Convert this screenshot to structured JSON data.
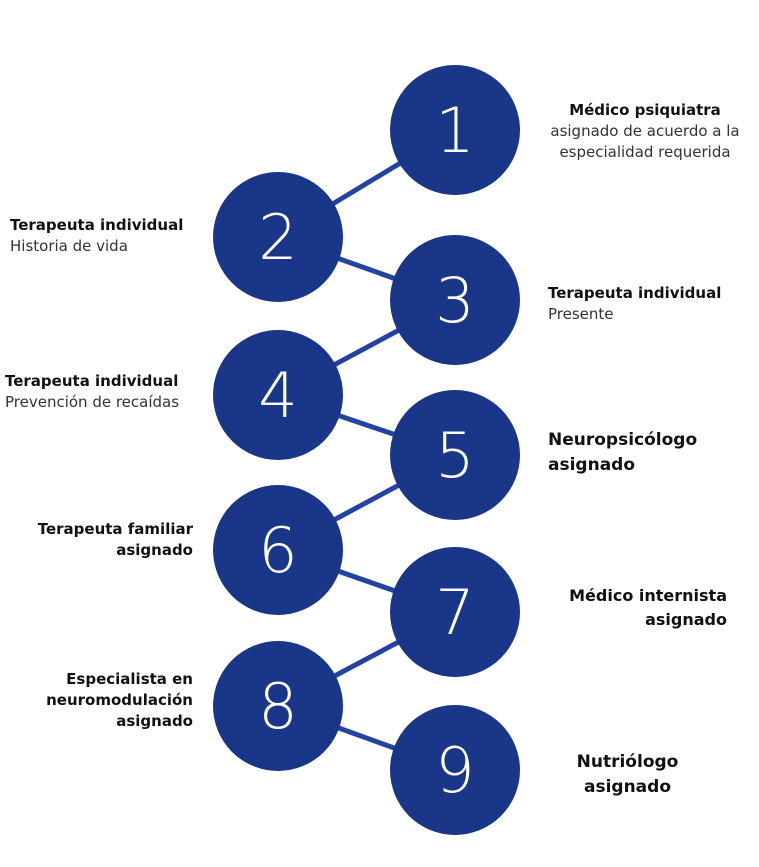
{
  "colors": {
    "circle": "#1a3688",
    "connector": "#2343a3"
  },
  "steps": [
    {
      "number": "1",
      "title": "Médico psiquiatra",
      "subtitle": "asignado de acuerdo a la especialidad requerida"
    },
    {
      "number": "2",
      "title": "Terapeuta individual",
      "subtitle": "Historia de vida"
    },
    {
      "number": "3",
      "title": "Terapeuta individual",
      "subtitle": "Presente"
    },
    {
      "number": "4",
      "title": "Terapeuta individual",
      "subtitle": "Prevención de recaídas"
    },
    {
      "number": "5",
      "title": "Neuropsicólogo asignado"
    },
    {
      "number": "6",
      "title": "Terapeuta familiar asignado"
    },
    {
      "number": "7",
      "title": "Médico internista asignado"
    },
    {
      "number": "8",
      "title": "Especialista en neuromodulación asignado"
    },
    {
      "number": "9",
      "title": "Nutriólogo asignado"
    }
  ]
}
